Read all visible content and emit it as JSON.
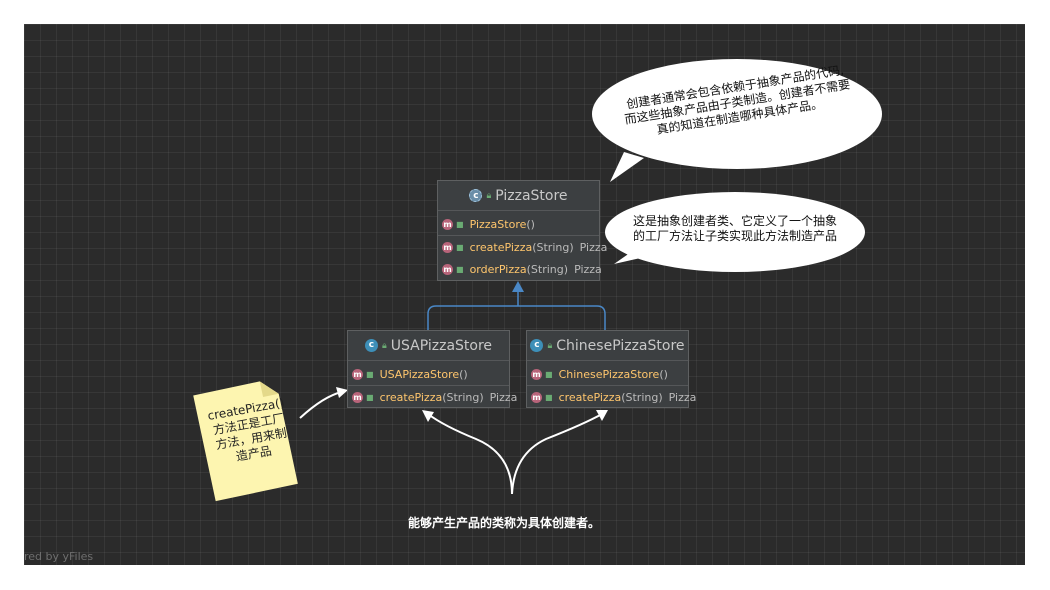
{
  "diagram": {
    "classes": [
      {
        "id": "pizza_store",
        "name": "PizzaStore",
        "icon": "abstract-class-icon",
        "members": [
          {
            "name": "PizzaStore",
            "params": "()",
            "returns": ""
          },
          {
            "name": "createPizza",
            "params": "(String)",
            "returns": "Pizza"
          },
          {
            "name": "orderPizza",
            "params": "(String)",
            "returns": "Pizza"
          }
        ]
      },
      {
        "id": "usa_pizza_store",
        "name": "USAPizzaStore",
        "icon": "class-icon",
        "members": [
          {
            "name": "USAPizzaStore",
            "params": "()",
            "returns": ""
          },
          {
            "name": "createPizza",
            "params": "(String)",
            "returns": "Pizza"
          }
        ]
      },
      {
        "id": "chinese_pizza_store",
        "name": "ChinesePizzaStore",
        "icon": "class-icon",
        "members": [
          {
            "name": "ChinesePizzaStore",
            "params": "()",
            "returns": ""
          },
          {
            "name": "createPizza",
            "params": "(String)",
            "returns": "Pizza"
          }
        ]
      }
    ],
    "relations": [
      {
        "from": "USAPizzaStore",
        "to": "PizzaStore",
        "type": "extends"
      },
      {
        "from": "ChinesePizzaStore",
        "to": "PizzaStore",
        "type": "extends"
      }
    ],
    "annotations": {
      "top_bubble": [
        "创建者通常会包含依赖于抽象产品的代码,",
        "而这些抽象产品由子类制造。创建者不需要",
        "真的知道在制造哪种具体产品。"
      ],
      "right_bubble": [
        "这是抽象创建者类、它定义了一个抽象",
        "的工厂方法让子类实现此方法制造产品"
      ],
      "note": [
        "createPizza()",
        "方法正是工厂",
        "方法，用来制",
        "造产品"
      ],
      "caption": "能够产生产品的类称为具体创建者。"
    },
    "watermark": "red by yFiles",
    "icons": {
      "member": "m",
      "class": "c"
    },
    "colors": {
      "canvas": "#2b2b2b",
      "node": "#3c3f41",
      "method_name": "#ffc66d",
      "inheritance_edge": "#4a88c7",
      "note": "#fdf5b0"
    }
  }
}
